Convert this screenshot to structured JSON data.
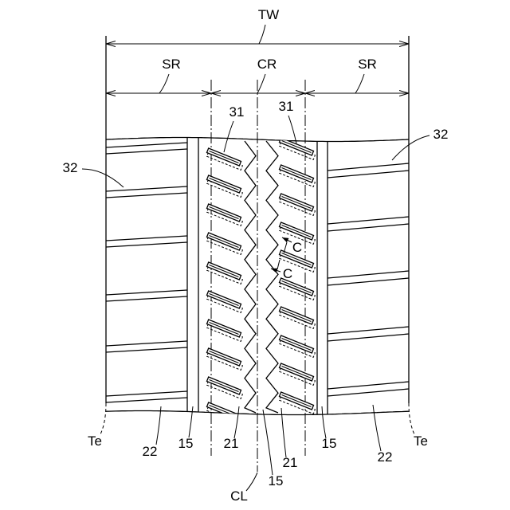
{
  "labels": {
    "overall_width": "TW",
    "region_left": "SR",
    "region_center": "CR",
    "region_right": "SR",
    "ref_31_left": "31",
    "ref_31_right": "31",
    "ref_32_right": "32",
    "ref_32_left": "32",
    "section_c_upper": "C",
    "section_c_lower": "C",
    "te_left": "Te",
    "ref_22_left": "22",
    "ref_15_left": "15",
    "ref_21_left": "21",
    "centerline": "CL",
    "ref_15_center": "15",
    "ref_21_right": "21",
    "ref_15_right": "15",
    "ref_22_right": "22",
    "te_right": "Te"
  },
  "colors": {
    "line": "#000000",
    "background": "#ffffff"
  }
}
